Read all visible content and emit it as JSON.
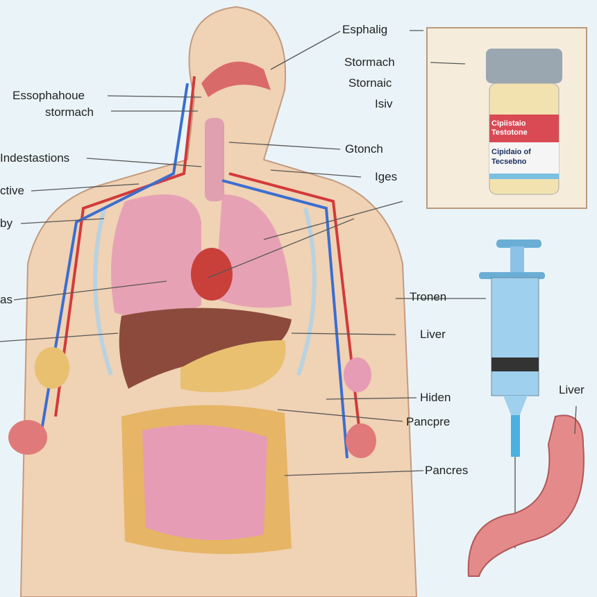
{
  "labels_left": [
    "Essophahoue",
    "stormach",
    "Indestastions",
    "ctive",
    "by",
    "as"
  ],
  "labels_right": [
    "Esphalig",
    "Stormach",
    "Stornaic",
    "Isiv",
    "Gtonch",
    "Iges",
    "Tronen",
    "Liver",
    "Hiden",
    "Pancpre",
    "Pancres",
    "Liver"
  ],
  "vial": {
    "label_top": "Cipiistaio Testotone",
    "label_bottom": "Cipidaio of Tecsebno"
  },
  "colors": {
    "background": "#eaf4f8",
    "skin": "#f0d2b4",
    "lung": "#e7a1b4",
    "liver": "#8b4a3c",
    "intestine": "#e6b565",
    "vial_panel": "#f6ecdc",
    "syringe": "#8cc2e6"
  }
}
